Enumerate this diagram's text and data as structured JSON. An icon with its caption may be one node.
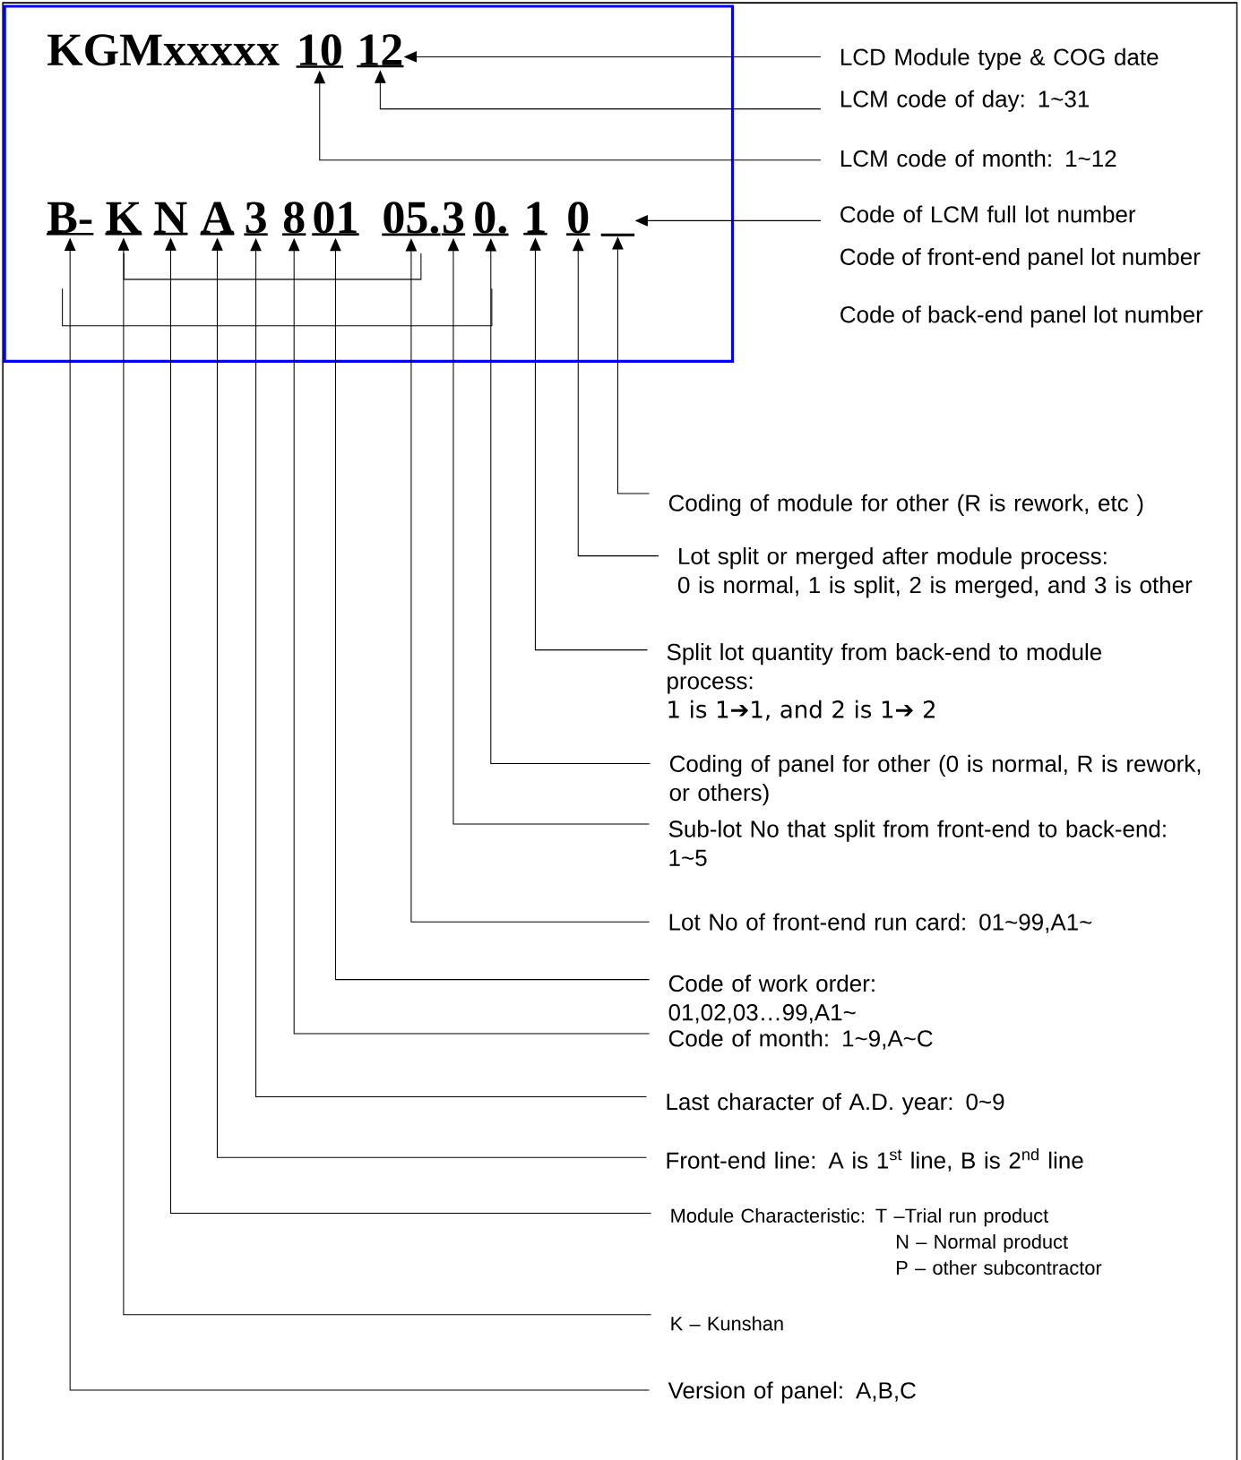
{
  "diagram": {
    "nodes": [
      {
        "text": [],
        "shape": "box"
      },
      {
        "text": [
          "KGMxxxxx"
        ],
        "in": 0
      },
      {
        "text": [
          "10"
        ],
        "in": 0
      },
      {
        "text": [
          "12"
        ],
        "in": 0
      },
      {
        "text": [
          "B-"
        ],
        "in": 0
      },
      {
        "text": [
          "K"
        ],
        "in": 0
      },
      {
        "text": [
          "N"
        ],
        "in": 0
      },
      {
        "text": [
          "A"
        ],
        "in": 0
      },
      {
        "text": [
          "3"
        ],
        "in": 0
      },
      {
        "text": [
          "8"
        ],
        "in": 0
      },
      {
        "text": [
          "01"
        ],
        "in": 0
      },
      {
        "text": [
          "05."
        ],
        "in": 0
      },
      {
        "text": [
          "3"
        ],
        "in": 0
      },
      {
        "text": [
          "0."
        ],
        "in": 0
      },
      {
        "text": [
          "1"
        ],
        "in": 0
      },
      {
        "text": [
          "0"
        ],
        "in": 0
      },
      {
        "text": [],
        "shape": "bar",
        "in": 0
      },
      {
        "text": [
          "LCD Module type & COG date"
        ]
      },
      {
        "text": [
          "LCM code of day: 1~31"
        ]
      },
      {
        "text": [
          "LCM code of month: 1~12"
        ]
      },
      {
        "text": [
          "Code of LCM full lot number"
        ]
      },
      {
        "text": [
          "Coding of module for other (R is rework, etc )"
        ]
      },
      {
        "text": [
          "Lot split or merged after module process:",
          "0 is normal, 1 is split, 2 is merged, and 3 is other"
        ]
      },
      {
        "text": [
          "Split lot quantity from back-end to module process:",
          "1 is 1➔1, and 2 is 1➔ 2"
        ]
      },
      {
        "text": [
          "Coding of panel for other (0 is normal, R is rework, or others)"
        ]
      },
      {
        "text": [
          "Sub-lot No that split from front-end to back-end:",
          "1~5"
        ]
      },
      {
        "text": [
          "Lot No of front-end run card: 01~99,A1~"
        ]
      },
      {
        "text": [
          "Code of work order:",
          "01,02,03…99,A1~"
        ]
      },
      {
        "text": [
          "Code of month: 1~9,A~C"
        ]
      },
      {
        "text": [
          "Last character of A.D. year: 0~9"
        ]
      },
      {
        "text": [
          "Front-end line: A is 1$^{st}$ line, B is 2$^{nd}$ line"
        ]
      },
      {
        "text": [
          "Module Characteristic: T –Trial run product",
          "N – Normal product",
          "P – other subcontractor"
        ]
      },
      {
        "text": [
          "K – Kunshan"
        ]
      },
      {
        "text": [
          "Version of panel: A,B,C"
        ]
      }
    ],
    "edges": [
      {
        "from": 17,
        "to": 3,
        "arrow": "to"
      },
      {
        "from": 18,
        "to": 3,
        "arrow": "to"
      },
      {
        "from": 19,
        "to": 2,
        "arrow": "to"
      },
      {
        "from": 20,
        "to": 16,
        "arrow": "to"
      },
      {
        "from": 21,
        "to": 16,
        "arrow": "to"
      },
      {
        "from": 22,
        "to": 15,
        "arrow": "to"
      },
      {
        "from": 23,
        "to": 14,
        "arrow": "to"
      },
      {
        "from": 24,
        "to": 13,
        "arrow": "to"
      },
      {
        "from": 25,
        "to": 12,
        "arrow": "to"
      },
      {
        "from": 26,
        "to": 11,
        "arrow": "to"
      },
      {
        "from": 27,
        "to": 10,
        "arrow": "to"
      },
      {
        "from": 28,
        "to": 9,
        "arrow": "to"
      },
      {
        "from": 29,
        "to": 8,
        "arrow": "to"
      },
      {
        "from": 30,
        "to": 7,
        "arrow": "to"
      },
      {
        "from": 31,
        "to": 6,
        "arrow": "to"
      },
      {
        "from": 32,
        "to": 5,
        "arrow": "to"
      },
      {
        "from": 33,
        "to": 4,
        "arrow": "to"
      }
    ],
    "labels": [
      "Code of front-end panel lot number",
      "Code of back-end panel lot number"
    ]
  }
}
